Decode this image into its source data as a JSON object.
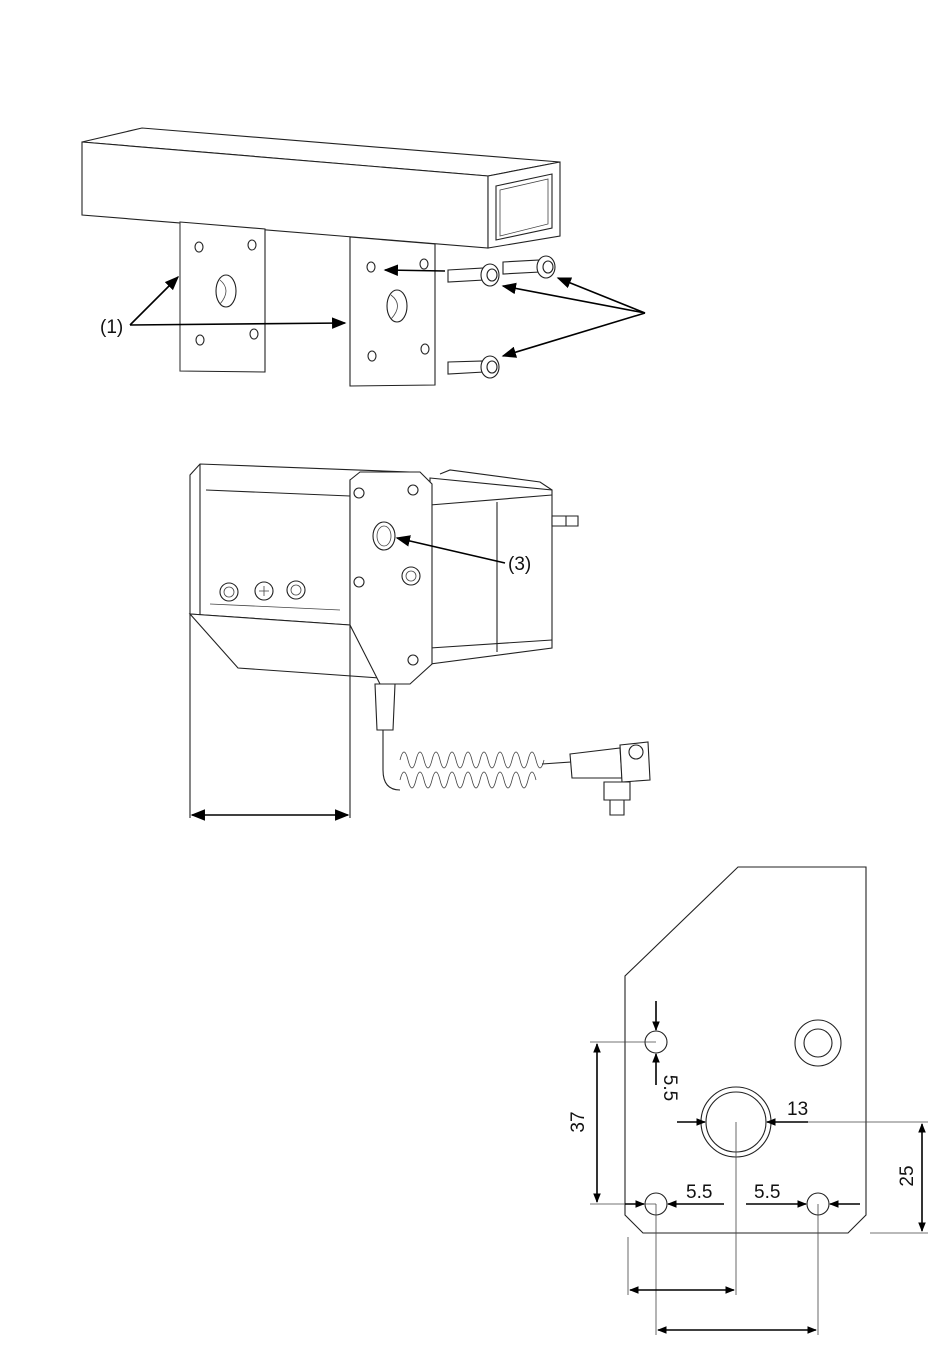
{
  "callouts": {
    "mount_plates": "(1)",
    "center_hole": "(3)"
  },
  "dimensions": {
    "hole_spacing_vertical": "37",
    "small_hole_diameter": "5.5",
    "large_hole_diameter": "13",
    "bottom_left_hole": "5.5",
    "bottom_right_hole": "5.5",
    "height_to_center": "25"
  },
  "colors": {
    "line": "#222222",
    "background": "#ffffff"
  }
}
